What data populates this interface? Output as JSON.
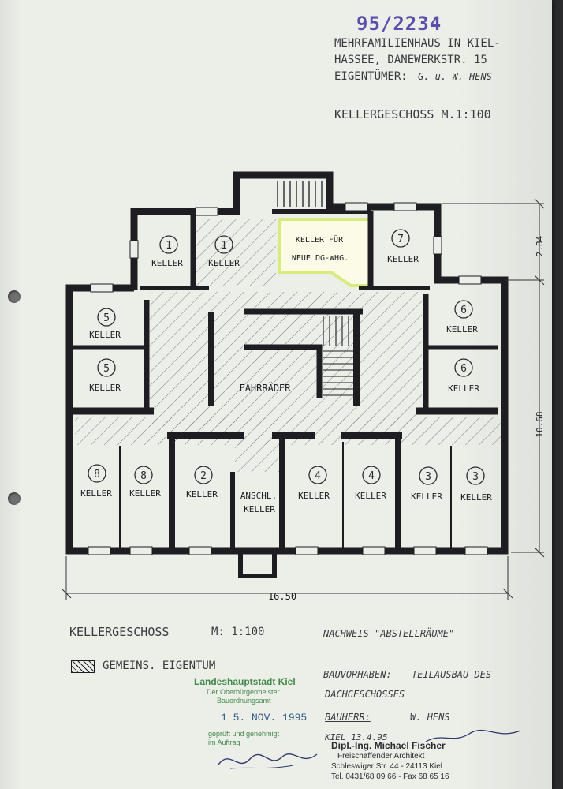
{
  "header": {
    "file_number": "95/2234",
    "line1": "MEHRFAMILIENHAUS IN KIEL-",
    "line2": "HASSEE, DANEWERKSTR. 15",
    "owner_label": "EIGENTÜMER:",
    "owner_name": "G. u. W. HENS",
    "plan_title": "KELLERGESCHOSS M.1:100"
  },
  "plan": {
    "rooms": [
      {
        "num": "1",
        "label": "KELLER"
      },
      {
        "num": "1",
        "label": "KELLER"
      },
      {
        "num": "",
        "label": "KELLER FÜR"
      },
      {
        "num": "",
        "label": "NEUE DG-WHG."
      },
      {
        "num": "7",
        "label": "KELLER"
      },
      {
        "num": "5",
        "label": "KELLER"
      },
      {
        "num": "5",
        "label": "KELLER"
      },
      {
        "num": "6",
        "label": "KELLER"
      },
      {
        "num": "6",
        "label": "KELLER"
      },
      {
        "num": "8",
        "label": "KELLER"
      },
      {
        "num": "8",
        "label": "KELLER"
      },
      {
        "num": "2",
        "label": "KELLER"
      },
      {
        "num": "",
        "label": "ANSCHL."
      },
      {
        "num": "",
        "label": "KELLER"
      },
      {
        "num": "4",
        "label": "KELLER"
      },
      {
        "num": "4",
        "label": "KELLER"
      },
      {
        "num": "3",
        "label": "KELLER"
      },
      {
        "num": "3",
        "label": "KELLER"
      }
    ],
    "common_area": "FAHRRÄDER",
    "dim_width": "16.50",
    "dim_depth": "10.68",
    "dim_bay": "2.84"
  },
  "footer": {
    "plan_title": "KELLERGESCHOSS",
    "scale": "M: 1:100",
    "legend": "GEMEINS. EIGENTUM",
    "nachweis": "NACHWEIS \"ABSTELLRÄUME\"",
    "vorhaben_label": "BAUVORHABEN:",
    "vorhaben_1": "TEILAUSBAU DES",
    "vorhaben_2": "DACHGESCHOSSES",
    "bauherr_label": "BAUHERR:",
    "bauherr_name": "W. HENS",
    "date": "KIEL 13.4.95"
  },
  "stamp": {
    "city": "Landeshauptstadt Kiel",
    "dept1": "Der Oberbürgermeister",
    "dept2": "Bauordnungsamt",
    "date": "1 5. NOV. 1995",
    "approved1": "geprüft und genehmigt",
    "approved2": "im Auftrag"
  },
  "architect": {
    "name": "Dipl.-Ing. Michael Fischer",
    "title": "Freischaffender Architekt",
    "address": "Schleswiger Str. 44 - 24113 Kiel",
    "phone": "Tel. 0431/68 09 66 - Fax 68 65 16"
  },
  "colors": {
    "ink": "#1d1d22",
    "stamp": "#3e8b4a",
    "file_no": "#5a4fb0",
    "highlight": "#d9ec7a"
  }
}
